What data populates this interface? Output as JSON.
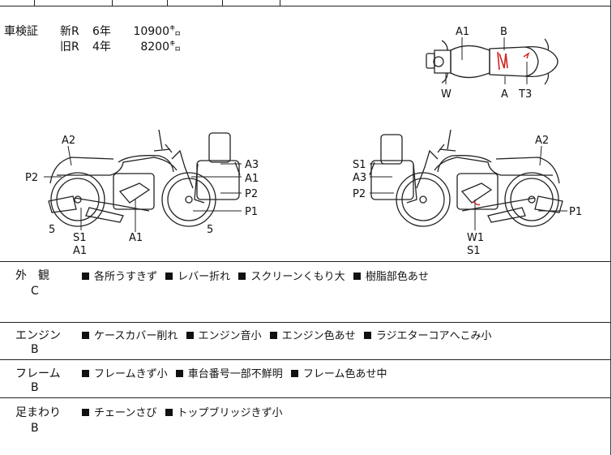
{
  "inspection": {
    "label": "車検証",
    "new": {
      "prefix": "新R",
      "years": "6年",
      "amount": "10900㌔"
    },
    "old": {
      "prefix": "旧R",
      "years": "4年",
      "amount": "8200㌔"
    }
  },
  "diagram_labels": {
    "top_view": [
      "A1",
      "B",
      "W",
      "A",
      "T3"
    ],
    "left_view": [
      "A2",
      "P2",
      "A3",
      "A1",
      "P2",
      "P1",
      "5",
      "S1",
      "A1",
      "A1",
      "5"
    ],
    "right_view": [
      "A2",
      "S1",
      "A3",
      "P2",
      "P1",
      "W1",
      "S1"
    ]
  },
  "sections": [
    {
      "label": "外　観",
      "grade": "C",
      "notes": [
        "各所うすきず",
        "レバー折れ",
        "スクリーンくもり大",
        "樹脂部色あせ"
      ]
    },
    {
      "label": "エンジン",
      "grade": "B",
      "notes": [
        "ケースカバー削れ",
        "エンジン音小",
        "エンジン色あせ",
        "ラジエターコアへこみ小"
      ]
    },
    {
      "label": "フレーム",
      "grade": "B",
      "notes": [
        "フレームきず小",
        "車台番号一部不鮮明",
        "フレーム色あせ中"
      ]
    },
    {
      "label": "足まわり",
      "grade": "B",
      "notes": [
        "チェーンさび",
        "トップブリッジきず小"
      ]
    }
  ],
  "colors": {
    "line": "#222222",
    "damage_mark": "#d0231f"
  }
}
